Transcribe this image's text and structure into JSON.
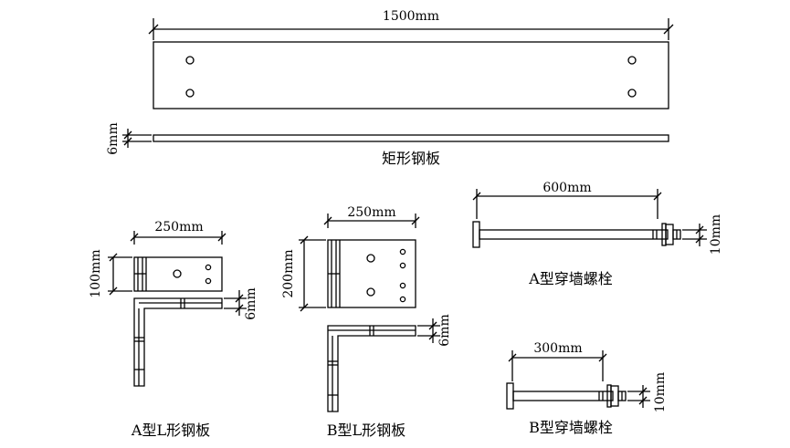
{
  "colors": {
    "line": "#000000",
    "background": "#ffffff"
  },
  "rect_plate": {
    "length_label": "1500mm",
    "thickness_label": "6mm",
    "caption": "矩形钢板"
  },
  "a_lplate": {
    "width_label": "250mm",
    "height_label": "100mm",
    "thickness_label": "6mm",
    "caption": "A型L形钢板"
  },
  "b_lplate": {
    "width_label": "250mm",
    "height_label": "200mm",
    "thickness_label": "6mm",
    "caption": "B型L形钢板"
  },
  "a_bolt": {
    "length_label": "600mm",
    "diameter_label": "10mm",
    "caption": "A型穿墙螺栓"
  },
  "b_bolt": {
    "length_label": "300mm",
    "diameter_label": "10mm",
    "caption": "B型穿墙螺栓"
  }
}
